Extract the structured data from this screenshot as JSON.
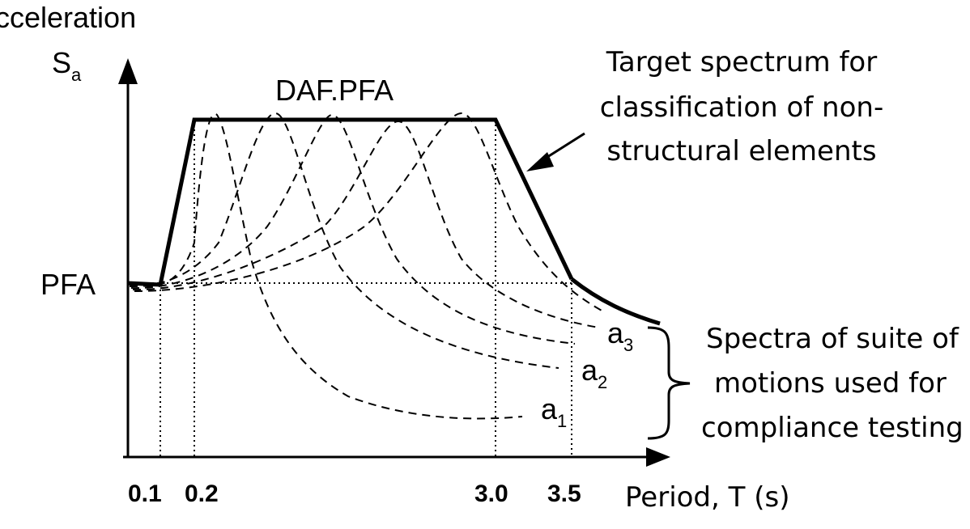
{
  "y_axis": {
    "title": "cceleration",
    "symbol": "S",
    "symbol_sub": "a"
  },
  "x_axis": {
    "title": "Period, T (s)",
    "ticks": [
      "0.1",
      "0.2",
      "3.0",
      "3.5"
    ]
  },
  "levels": {
    "pfa": "PFA",
    "daf_pfa": "DAF.PFA"
  },
  "target_annotation": {
    "lines": [
      "Target spectrum for",
      "classification of non-",
      "structural elements"
    ]
  },
  "suite_annotation": {
    "lines": [
      "Spectra of suite of",
      "motions used for",
      "compliance testing"
    ]
  },
  "curve_labels": [
    {
      "base": "a",
      "sub": "3"
    },
    {
      "base": "a",
      "sub": "2"
    },
    {
      "base": "a",
      "sub": "1"
    }
  ]
}
